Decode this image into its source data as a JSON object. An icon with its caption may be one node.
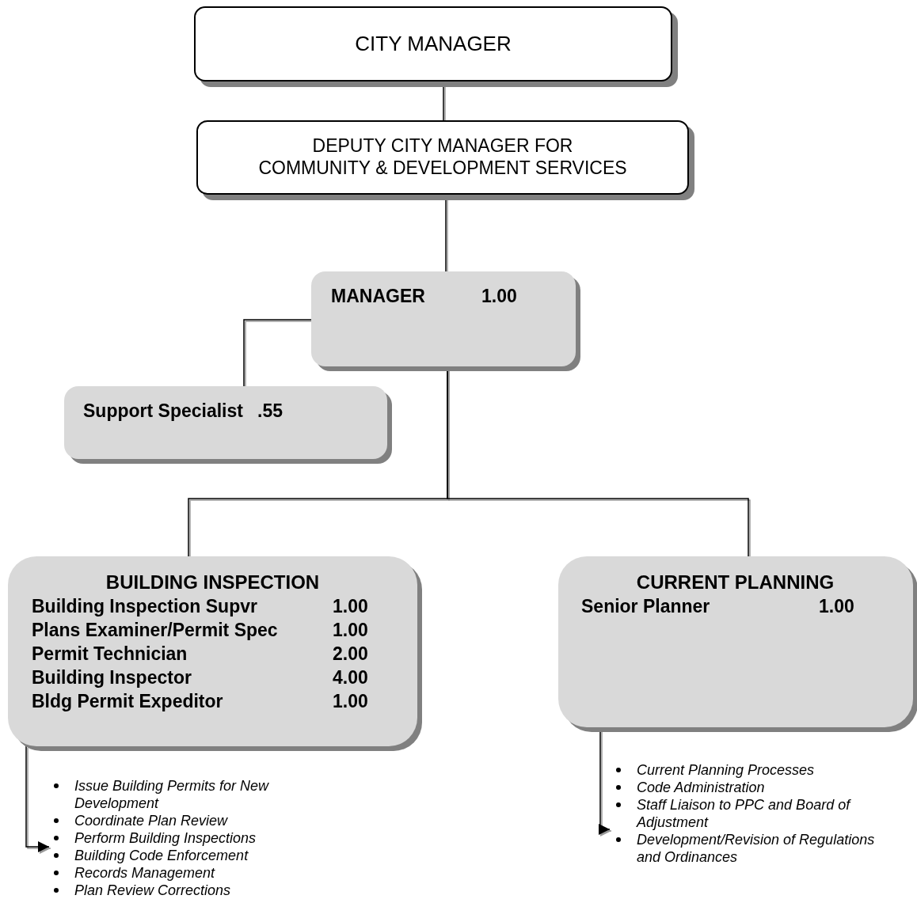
{
  "diagram": {
    "nodes": [
      {
        "text": [
          "CITY MANAGER"
        ]
      },
      {
        "text": [
          "DEPUTY CITY MANAGER FOR COMMUNITY & DEVELOPMENT SERVICES"
        ]
      },
      {
        "text": [
          "MANAGER",
          "1.00"
        ]
      },
      {
        "text": [
          "Support Specialist",
          ".55"
        ]
      },
      {
        "text": [
          "BUILDING INSPECTION",
          "Building Inspection Supvr",
          "1.00",
          "Plans Examiner/Permit Spec",
          "1.00",
          "Permit Technician",
          "2.00",
          "Building Inspector",
          "4.00",
          "Bldg Permit Expeditor",
          "1.00"
        ]
      },
      {
        "text": [
          "CURRENT PLANNING",
          "Senior Planner",
          "1.00"
        ]
      },
      {
        "text": [
          "Issue Building Permits for New Development",
          "Coordinate Plan Review",
          "Perform Building Inspections",
          "Building Code Enforcement",
          "Records Management",
          "Plan Review Corrections"
        ]
      },
      {
        "text": [
          "Current Planning Processes",
          "Code Administration",
          "Staff Liaison to PPC and Board of Adjustment",
          "Development/Revision of Regulations and Ordinances"
        ]
      }
    ],
    "edges": [
      {
        "from": 0,
        "to": 1,
        "arrow": "none"
      },
      {
        "from": 1,
        "to": 2,
        "arrow": "none"
      },
      {
        "from": 2,
        "to": 3,
        "arrow": "none"
      },
      {
        "from": 2,
        "to": 4,
        "arrow": "none"
      },
      {
        "from": 2,
        "to": 5,
        "arrow": "none"
      },
      {
        "from": 4,
        "to": 6,
        "arrow": "to"
      },
      {
        "from": 5,
        "to": 7,
        "arrow": "to"
      }
    ]
  }
}
